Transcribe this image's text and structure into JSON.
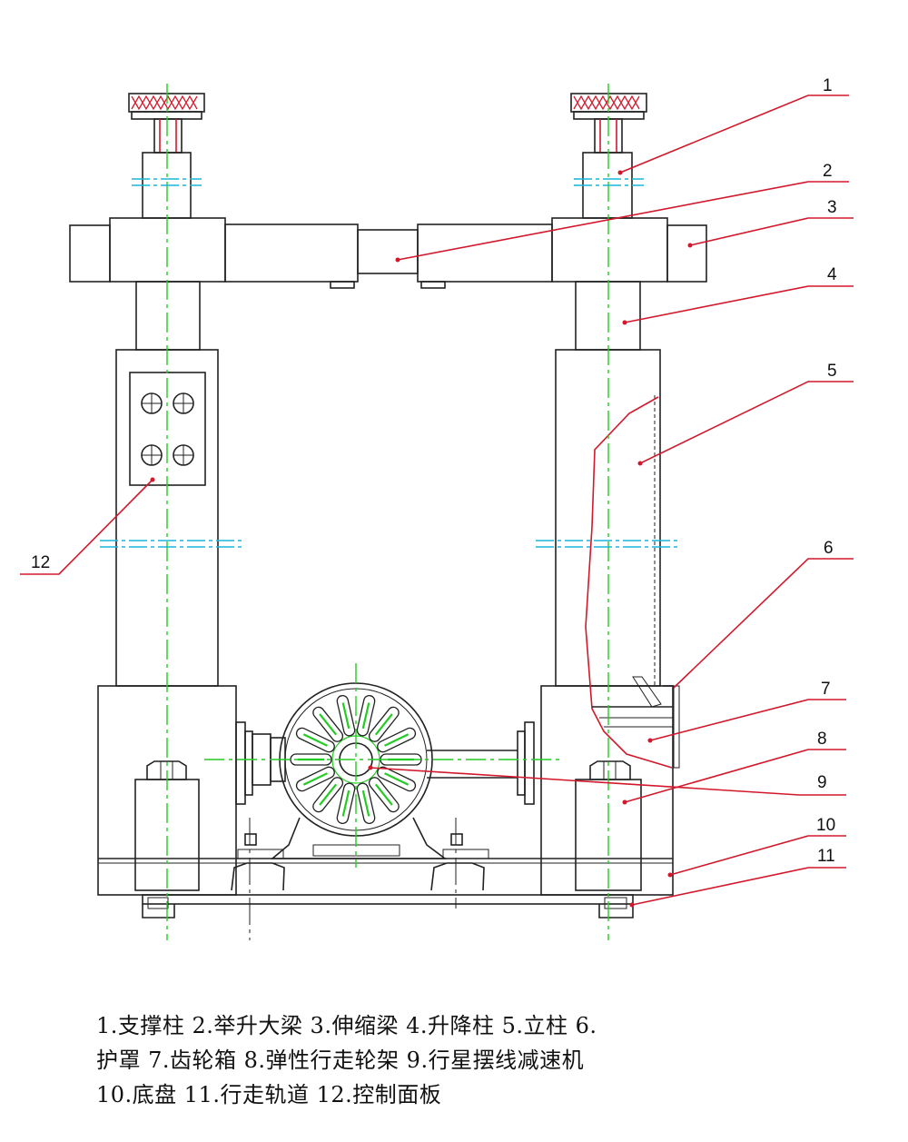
{
  "callouts": [
    {
      "number": "1"
    },
    {
      "number": "2"
    },
    {
      "number": "3"
    },
    {
      "number": "4"
    },
    {
      "number": "5"
    },
    {
      "number": "6"
    },
    {
      "number": "7"
    },
    {
      "number": "8"
    },
    {
      "number": "9"
    },
    {
      "number": "10"
    },
    {
      "number": "11"
    },
    {
      "number": "12"
    }
  ],
  "legend": {
    "line1": "1.支撑柱 2.举升大梁 3.伸缩梁 4.升降柱 5.立柱 6.",
    "line2": "护罩 7.齿轮箱 8.弹性行走轮架 9.行星摆线减速机",
    "line3": "10.底盘 11.行走轨道 12.控制面板"
  },
  "colors": {
    "outline": "#222222",
    "centerline": "#22cc22",
    "hidden_line": "#19b5d8",
    "leader": "#d3182b"
  }
}
